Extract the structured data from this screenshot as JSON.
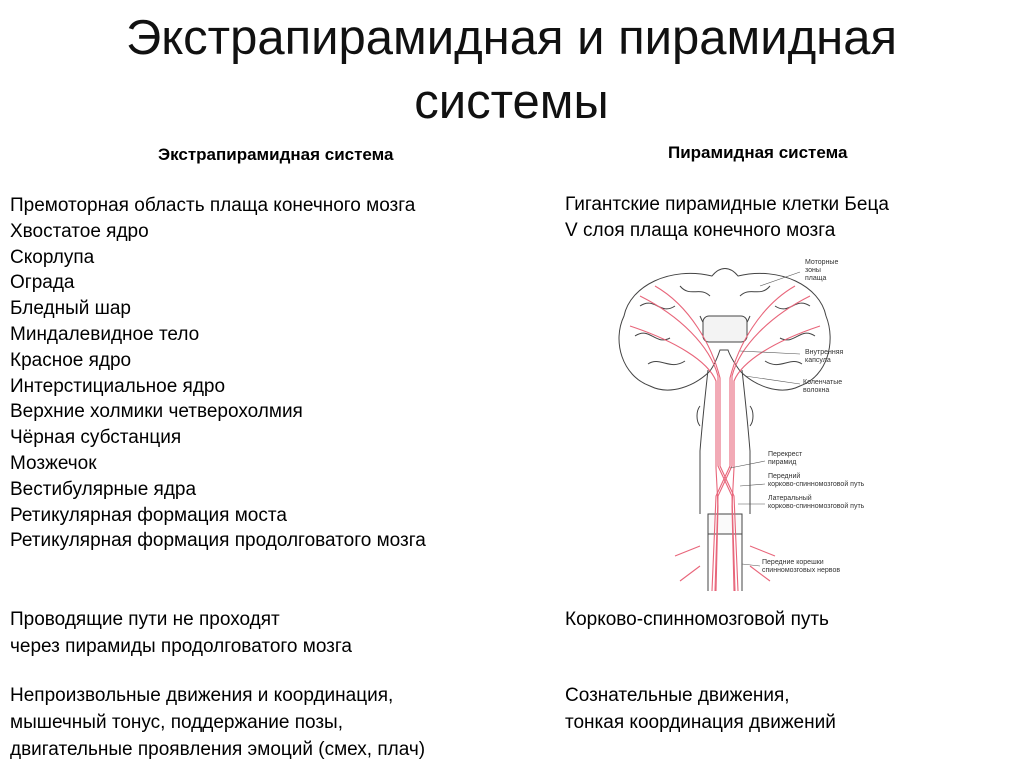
{
  "title": {
    "line1": "Экстрапирамидная и пирамидная",
    "line2": "системы"
  },
  "columns": {
    "left_header": "Экстрапирамидная система",
    "right_header": "Пирамидная система"
  },
  "extrapyramidal": {
    "structures": [
      "Премоторная область плаща конечного мозга",
      "Хвостатое ядро",
      "Скорлупа",
      "Ограда",
      "Бледный шар",
      "Миндалевидное тело",
      "Красное ядро",
      "Интерстициальное ядро",
      "Верхние холмики четверохолмия",
      "Чёрная субстанция",
      "Мозжечок",
      "Вестибулярные ядра",
      "Ретикулярная формация моста",
      "Ретикулярная формация продолговатого мозга"
    ],
    "pathways": [
      "Проводящие пути не проходят",
      "через пирамиды продолговатого мозга"
    ],
    "functions": [
      "Непроизвольные движения и координация,",
      "мышечный тонус, поддержание позы,",
      "двигательные проявления эмоций (смех, плач)"
    ]
  },
  "pyramidal": {
    "cells": [
      "Гигантские пирамидные клетки Беца",
      "V слоя плаща конечного мозга"
    ],
    "pathway": "Корково-спинномозговой путь",
    "functions": [
      "Сознательные движения,",
      "тонкая координация движений"
    ]
  },
  "figure": {
    "labels": {
      "motor_zones": [
        "Моторные",
        "зоны",
        "плаща"
      ],
      "internal_capsule": [
        "Внутренняя",
        "капсула"
      ],
      "cerebral_peduncles": [
        "Коленчатые",
        "волокна"
      ],
      "decussation": [
        "Перекрест",
        "пирамид"
      ],
      "anterior_tract": [
        "Передний",
        "корково-спинномозговой путь"
      ],
      "lateral_tract": [
        "Латеральный",
        "корково-спинномозговой путь"
      ],
      "anterior_roots": [
        "Передние корешки",
        "спинномозговых нервов"
      ]
    },
    "tract_color": "#e8657a"
  }
}
